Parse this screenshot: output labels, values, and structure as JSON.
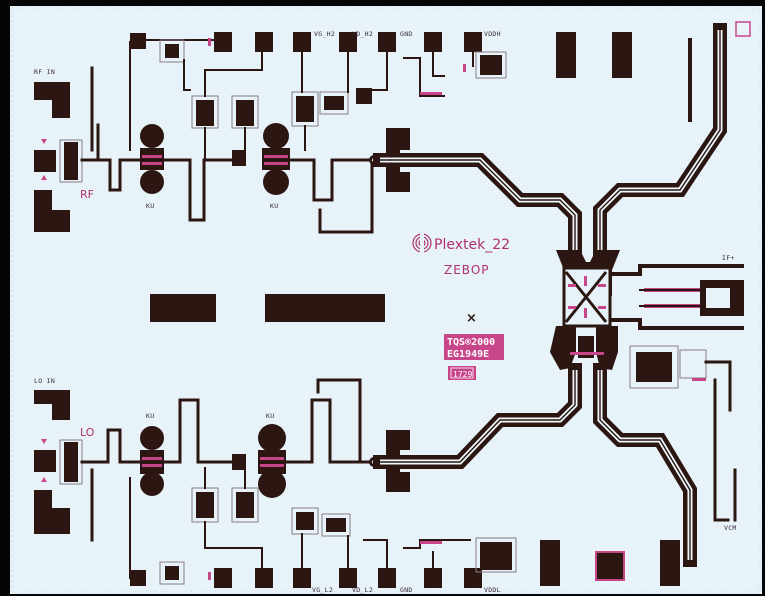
{
  "die": {
    "colors": {
      "background": "#050505",
      "substrate": "#e7f3f8",
      "metal": "#2b1612",
      "accent": "#c8458a",
      "outline": "#8a7a86"
    },
    "logo": {
      "icon": "plexus-logo-icon",
      "text": "Plextek_22"
    },
    "part_name": "ZEBOP",
    "process_mark": {
      "line1": "TQS®2000",
      "line2": "EG1949E"
    },
    "revision_code": "1729",
    "port_labels": {
      "rf_in": "RF IN",
      "lo_in": "LO IN",
      "if_out": "IF+",
      "vcm": "VCM"
    },
    "block_labels": {
      "rf": "RF",
      "lo": "LO"
    },
    "bias_labels": {
      "vg_h2": "VG_H2",
      "vd_h2": "VD_H2",
      "gnd_top": "GND",
      "vddh": "VDDH",
      "vg_l2": "VG_L2",
      "vd_l2": "VD_L2",
      "gnd_bottom": "GND",
      "vddl": "VDDL"
    },
    "transistor_labels": {
      "rf_stage1": "KU",
      "rf_stage2": "KU",
      "lo_stage1": "KU",
      "lo_stage2": "KU"
    }
  }
}
